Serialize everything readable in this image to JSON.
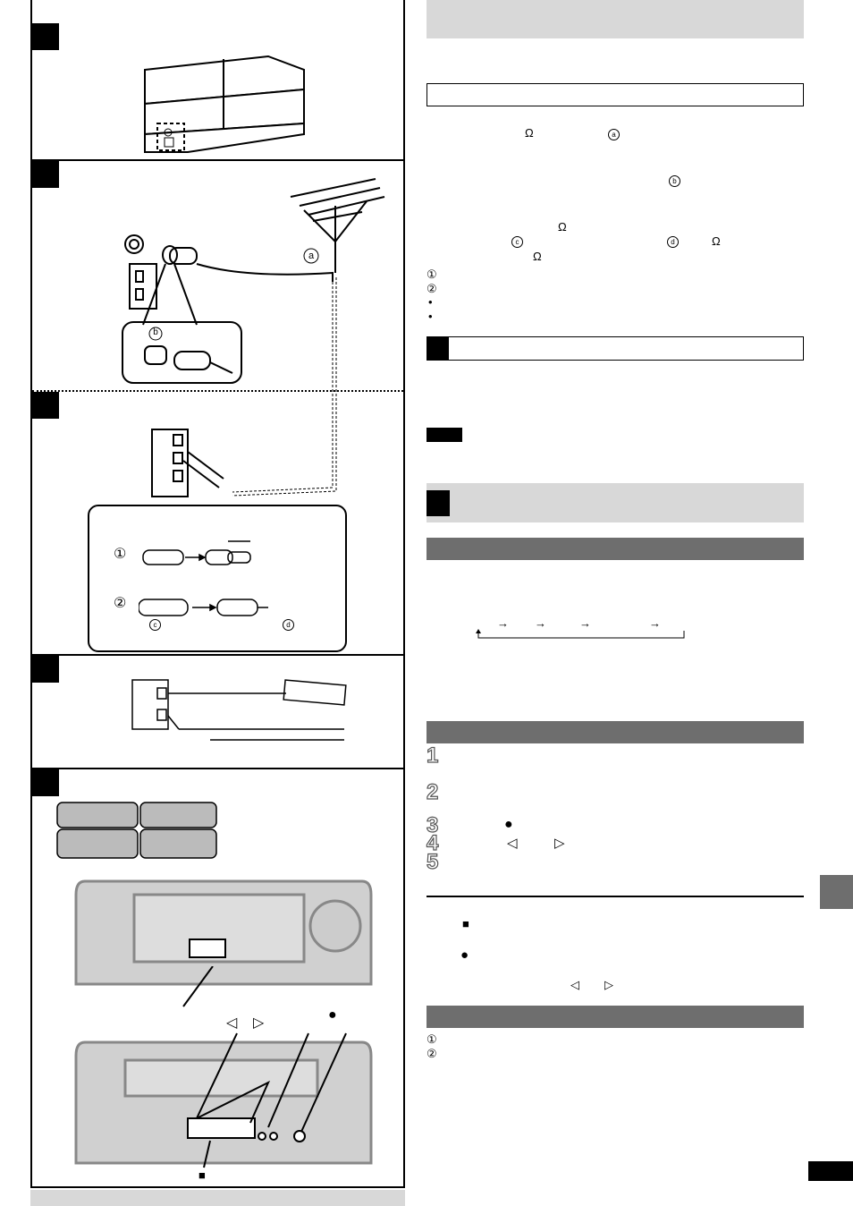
{
  "symbols": {
    "ohm": "Ω",
    "circle_a": "a",
    "circle_b": "b",
    "circle_c": "c",
    "circle_d": "d",
    "step1": "1",
    "step2": "2",
    "bullet": "•",
    "arrow": "→",
    "left_tri": "◁",
    "right_tri": "▷",
    "stop": "■",
    "record": "●",
    "circled_1": "①",
    "circled_2": "②"
  },
  "steps": [
    "1",
    "2",
    "3",
    "4",
    "5"
  ],
  "colors": {
    "header_light": "#d8d8d8",
    "header_dark": "#6e6e6e",
    "black": "#000000"
  }
}
